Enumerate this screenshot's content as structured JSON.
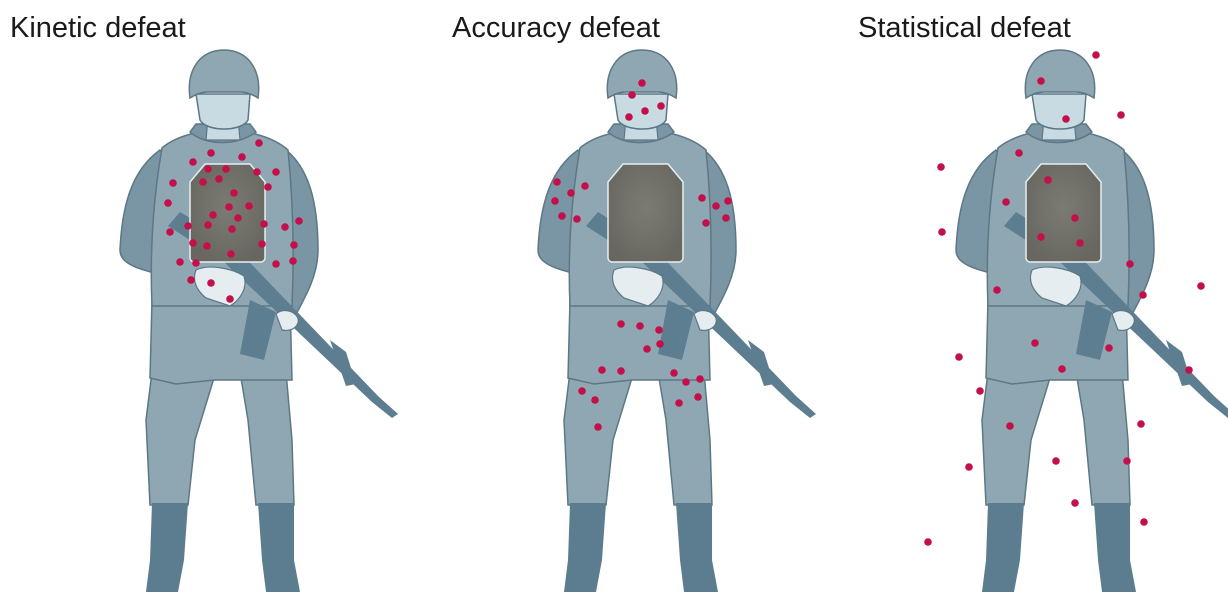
{
  "colors": {
    "uniform": "#8fa7b3",
    "uniform_shadow": "#7a95a3",
    "outline": "#5d7785",
    "face": "#c9dbe2",
    "glove": "#e6edf1",
    "boot": "#5c7d8f",
    "rifle": "#5d7d90",
    "plate": "#676760",
    "plate_center": "#7c7b73",
    "hit": "#c4104a"
  },
  "icons": {
    "figure": "soldier-icon",
    "armor": "armor-plate-icon",
    "weapon": "rifle-icon",
    "impact": "bullet-hit-dot"
  },
  "panels": [
    {
      "title": "Kinetic defeat",
      "hits": [
        [
          259,
          143
        ],
        [
          211,
          153
        ],
        [
          242,
          157
        ],
        [
          193,
          162
        ],
        [
          208,
          169
        ],
        [
          226,
          169
        ],
        [
          257,
          172
        ],
        [
          276,
          172
        ],
        [
          173,
          183
        ],
        [
          203,
          182
        ],
        [
          219,
          179
        ],
        [
          268,
          187
        ],
        [
          234,
          193
        ],
        [
          168,
          203
        ],
        [
          229,
          207
        ],
        [
          249,
          206
        ],
        [
          213,
          215
        ],
        [
          238,
          218
        ],
        [
          188,
          226
        ],
        [
          208,
          225
        ],
        [
          232,
          229
        ],
        [
          264,
          224
        ],
        [
          285,
          227
        ],
        [
          299,
          221
        ],
        [
          170,
          232
        ],
        [
          193,
          243
        ],
        [
          207,
          246
        ],
        [
          262,
          244
        ],
        [
          294,
          245
        ],
        [
          231,
          254
        ],
        [
          180,
          262
        ],
        [
          196,
          263
        ],
        [
          276,
          264
        ],
        [
          293,
          261
        ],
        [
          191,
          280
        ],
        [
          211,
          283
        ],
        [
          230,
          299
        ]
      ]
    },
    {
      "title": "Accuracy defeat",
      "hits": [
        [
          642,
          83
        ],
        [
          632,
          95
        ],
        [
          645,
          111
        ],
        [
          661,
          106
        ],
        [
          629,
          117
        ],
        [
          557,
          182
        ],
        [
          571,
          193
        ],
        [
          585,
          186
        ],
        [
          555,
          201
        ],
        [
          562,
          216
        ],
        [
          577,
          219
        ],
        [
          702,
          198
        ],
        [
          716,
          206
        ],
        [
          728,
          201
        ],
        [
          706,
          223
        ],
        [
          726,
          218
        ],
        [
          621,
          324
        ],
        [
          640,
          326
        ],
        [
          659,
          330
        ],
        [
          660,
          344
        ],
        [
          647,
          349
        ],
        [
          602,
          370
        ],
        [
          621,
          371
        ],
        [
          674,
          373
        ],
        [
          686,
          382
        ],
        [
          700,
          379
        ],
        [
          582,
          391
        ],
        [
          595,
          400
        ],
        [
          698,
          397
        ],
        [
          679,
          403
        ],
        [
          598,
          427
        ]
      ]
    },
    {
      "title": "Statistical defeat",
      "hits": [
        [
          1096,
          55
        ],
        [
          1041,
          81
        ],
        [
          1121,
          115
        ],
        [
          1066,
          119
        ],
        [
          1019,
          153
        ],
        [
          941,
          167
        ],
        [
          1048,
          180
        ],
        [
          1006,
          202
        ],
        [
          1075,
          218
        ],
        [
          942,
          232
        ],
        [
          1041,
          237
        ],
        [
          1080,
          243
        ],
        [
          1130,
          264
        ],
        [
          997,
          290
        ],
        [
          1143,
          295
        ],
        [
          1201,
          286
        ],
        [
          1035,
          343
        ],
        [
          1109,
          348
        ],
        [
          959,
          357
        ],
        [
          1062,
          369
        ],
        [
          1189,
          370
        ],
        [
          980,
          391
        ],
        [
          1010,
          426
        ],
        [
          1141,
          424
        ],
        [
          969,
          467
        ],
        [
          1056,
          461
        ],
        [
          1127,
          461
        ],
        [
          1075,
          503
        ],
        [
          1144,
          522
        ],
        [
          928,
          542
        ]
      ]
    }
  ]
}
